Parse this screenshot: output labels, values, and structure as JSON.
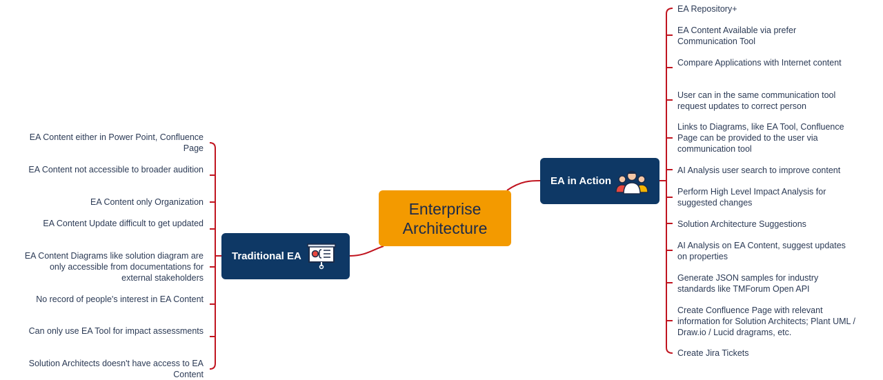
{
  "central": {
    "title": "Enterprise Architecture"
  },
  "branches": {
    "traditional": {
      "label": "Traditional EA",
      "icon": "presentation-board-icon",
      "items": [
        "EA Content either in Power Point, Confluence Page",
        "EA Content not accessible to broader audition",
        "EA Content only Organization",
        "EA Content Update difficult to get updated",
        "EA Content Diagrams like solution diagram are only accessible from documentations for external stakeholders",
        "No record of people's interest in EA Content",
        "Can only use EA Tool for impact assessments",
        "Solution Architects doesn't have access to EA Content"
      ]
    },
    "action": {
      "label": "EA in Action",
      "icon": "team-people-icon",
      "items": [
        "EA Repository+",
        "EA Content Available via prefer Communication Tool",
        "Compare Applications with Internet content",
        "User can in the same communication tool request updates to correct person",
        "Links to Diagrams, like EA Tool, Confluence Page can be provided to the user via communication tool",
        "AI Analysis user search to improve content",
        "Perform High Level Impact Analysis for suggested changes",
        "Solution Architecture Suggestions",
        "AI Analysis on EA Content, suggest updates on properties",
        "Generate JSON samples for industry standards like TMForum Open API",
        "Create Confluence Page with relevant information for Solution Architects; Plant UML / Draw.io / Lucid dragrams, etc.",
        "Create Jira Tickets"
      ]
    }
  },
  "colors": {
    "connector": "#c0141f",
    "central": "#f39a00",
    "branch": "#0e3865"
  }
}
